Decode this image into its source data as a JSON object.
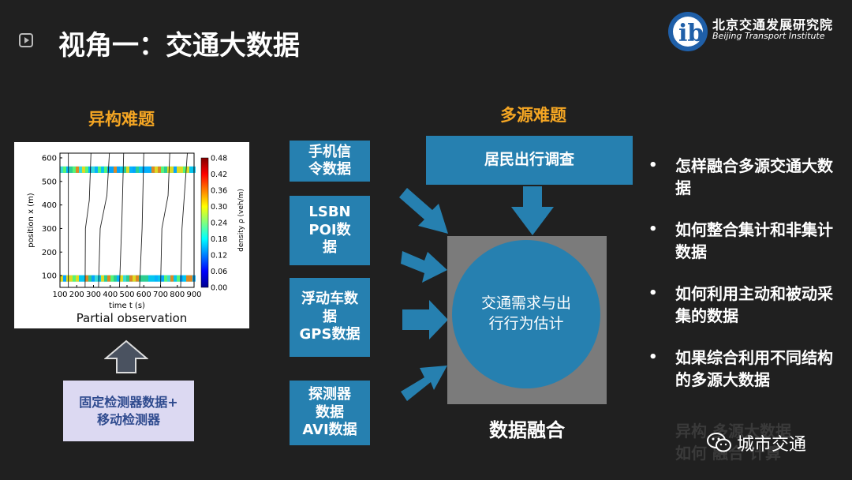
{
  "title": "视角一：交通大数据",
  "logo": {
    "cn": "北京交通发展研究院",
    "en": "Beijing Transport Institute"
  },
  "left_section": {
    "heading": "异构难题",
    "caption": "Partial observation",
    "detector_box": "固定检测器数据+\n移动检测器"
  },
  "right_section": {
    "heading": "多源难题"
  },
  "sources": [
    "手机信\n令数据",
    "LSBN\nPOI数\n据",
    "浮动车数\n据\nGPS数据",
    "探测器\n数据\nAVI数据"
  ],
  "survey": "居民出行调查",
  "estimation": "交通需求与出\n行行为估计",
  "fusion": "数据融合",
  "bullets": [
    "怎样融合多源交通大数据",
    "如何整合集计和非集计数据",
    "如何利用主动和被动采集的数据",
    "如果综合利用不同结构的多源大数据"
  ],
  "ghost_text": "异构 多源大数据\n如何 融合 计算",
  "watermark": "城市交通",
  "colors": {
    "accent": "#f5a623",
    "blue": "#2680b0",
    "background": "#202020",
    "detector_box": "#dcd9f2"
  },
  "chart_data": {
    "type": "heatmap",
    "title": "",
    "xlabel": "time t (s)",
    "ylabel": "position x (m)",
    "xlim": [
      100,
      900
    ],
    "ylim": [
      50,
      620
    ],
    "xticks": [
      100,
      200,
      300,
      400,
      500,
      600,
      700,
      800,
      900
    ],
    "yticks": [
      100,
      200,
      300,
      400,
      500,
      600
    ],
    "colorbar_label": "density ρ (veh/m)",
    "colorbar_ticks": [
      "0.48",
      "0.42",
      "0.36",
      "0.30",
      "0.24",
      "0.18",
      "0.12",
      "0.06",
      "0.00"
    ],
    "observed_bands": [
      {
        "position": 550
      },
      {
        "position": 88
      }
    ],
    "trajectories": [
      [
        [
          150,
          50
        ],
        [
          150,
          620
        ]
      ],
      [
        [
          250,
          50
        ],
        [
          252,
          300
        ],
        [
          275,
          420
        ],
        [
          285,
          620
        ]
      ],
      [
        [
          330,
          50
        ],
        [
          340,
          300
        ],
        [
          380,
          440
        ],
        [
          395,
          620
        ]
      ],
      [
        [
          455,
          50
        ],
        [
          470,
          350
        ],
        [
          480,
          620
        ]
      ],
      [
        [
          575,
          50
        ],
        [
          590,
          300
        ],
        [
          600,
          620
        ]
      ],
      [
        [
          700,
          50
        ],
        [
          708,
          300
        ],
        [
          745,
          440
        ],
        [
          755,
          620
        ]
      ],
      [
        [
          820,
          50
        ],
        [
          828,
          300
        ],
        [
          860,
          620
        ]
      ]
    ],
    "caption": "Partial observation"
  }
}
